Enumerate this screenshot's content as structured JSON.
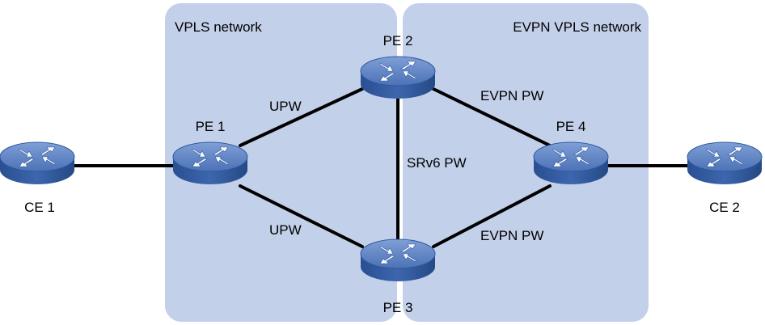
{
  "regions": {
    "vpls": {
      "label": "VPLS network",
      "color": "#c3d0ea"
    },
    "evpn": {
      "label": "EVPN VPLS network",
      "color": "#c3d0ea"
    }
  },
  "devices": {
    "ce1": {
      "label": "CE 1",
      "icon": "router-icon"
    },
    "ce2": {
      "label": "CE 2",
      "icon": "router-icon"
    },
    "pe1": {
      "label": "PE 1",
      "icon": "router-icon"
    },
    "pe2": {
      "label": "PE 2",
      "icon": "router-icon"
    },
    "pe3": {
      "label": "PE 3",
      "icon": "router-icon"
    },
    "pe4": {
      "label": "PE 4",
      "icon": "router-icon"
    }
  },
  "links": {
    "pe1_pe2": {
      "label": "UPW"
    },
    "pe1_pe3": {
      "label": "UPW"
    },
    "pe2_pe3": {
      "label": "SRv6 PW"
    },
    "pe2_pe4": {
      "label": "EVPN PW"
    },
    "pe3_pe4": {
      "label": "EVPN PW"
    }
  },
  "colors": {
    "router_top": "#5a7fc0",
    "router_side": "#2f5aa0",
    "router_arrow": "#ffffff",
    "link": "#000000"
  }
}
